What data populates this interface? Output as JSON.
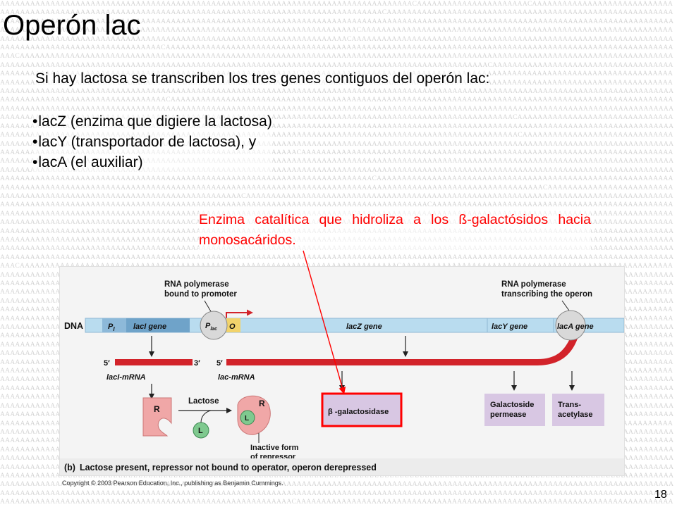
{
  "slide": {
    "title": "Operón lac",
    "intro": "Si hay lactosa se transcriben los tres genes contiguos del operón lac:",
    "genes": [
      "lacZ (enzima que digiere la lactosa)",
      "lacY (transportador de lactosa), y",
      "lacA (el auxiliar)"
    ],
    "annotation": "Enzima catalítica que hidroliza a los ß-galactósidos hacia monosacáridos.",
    "page_number": "18",
    "accent_color": "#ff0000"
  },
  "figure": {
    "labels": {
      "rna_pol_promoter_1": "RNA polymerase",
      "rna_pol_promoter_2": "bound to promoter",
      "rna_pol_transcribing_1": "RNA polymerase",
      "rna_pol_transcribing_2": "transcribing the operon",
      "dna": "DNA",
      "p_i": "P",
      "p_i_sub": "I",
      "laci_gene": "lacI gene",
      "p_lac": "P",
      "p_lac_sub": "lac",
      "operator": "O",
      "lacz_gene": "lacZ gene",
      "lacy_gene": "lacY gene",
      "laca_gene": "lacA gene",
      "five_prime_1": "5′",
      "three_prime": "3′",
      "five_prime_2": "5′",
      "laci_mrna": "lacI-mRNA",
      "lac_mrna": "lac-mRNA",
      "repressor": "R",
      "lactose": "Lactose",
      "lactose_molecule": "L",
      "inactive_1": "Inactive form",
      "inactive_2": "of repressor",
      "beta_gal": "β -galactosidase",
      "galactoside_1": "Galactoside",
      "galactoside_2": "permease",
      "transacetylase_1": "Trans-",
      "transacetylase_2": "acetylase",
      "caption_tag": "(b)",
      "caption": "Lactose present, repressor not bound to operator, operon derepressed"
    },
    "copyright": "Copyright © 2003 Pearson Education, Inc., publishing as Benjamin Cummings.",
    "colors": {
      "dna_blue": "#b9dcef",
      "laci_blue": "#6fa3c9",
      "promoter_yellow": "#f2d36b",
      "mrna_red": "#d2232a",
      "repressor_pink": "#f0a7a7",
      "lactose_green": "#7fc98f",
      "protein_box": "#d8c7e3",
      "highlight": "#ff0000"
    }
  }
}
